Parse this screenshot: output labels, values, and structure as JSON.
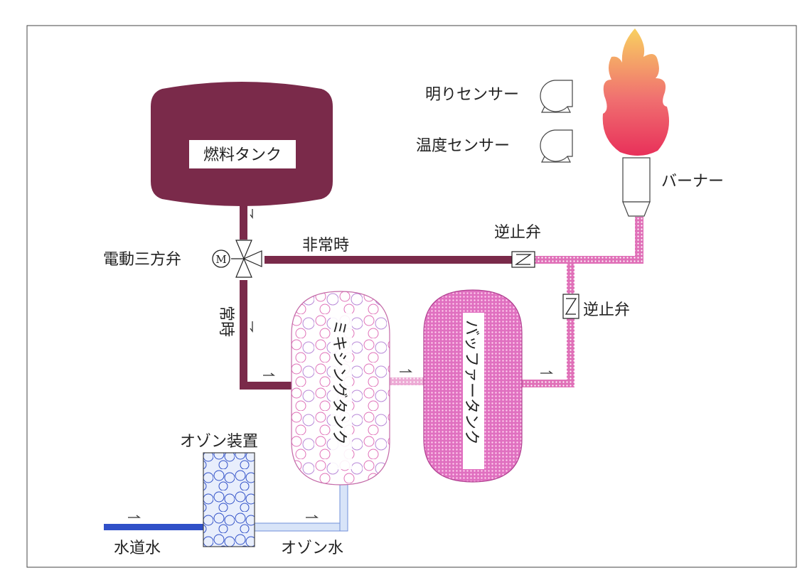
{
  "labels": {
    "fuel_tank": "燃料タンク",
    "motor_valve": "電動三方弁",
    "motor_symbol": "M",
    "emergency": "非常時",
    "normal": "常時",
    "check_valve_top": "逆止弁",
    "check_valve_right": "逆止弁",
    "light_sensor": "明りセンサー",
    "temp_sensor": "温度センサー",
    "burner": "バーナー",
    "mixing_tank": "ミキシングタンク",
    "buffer_tank": "バッファータンク",
    "ozone_device": "オゾン装置",
    "tap_water": "水道水",
    "ozone_water": "オゾン水"
  },
  "colors": {
    "fuel": "#7a2a4a",
    "mix_pipe": "#e070b8",
    "mix_fill": "#ffd6ee",
    "buffer_fill": "#e070c0",
    "water": "#3050c8",
    "ozone_fill": "#d8e4f8",
    "flame_top": "#f8d060",
    "flame_bottom": "#e8305a"
  }
}
